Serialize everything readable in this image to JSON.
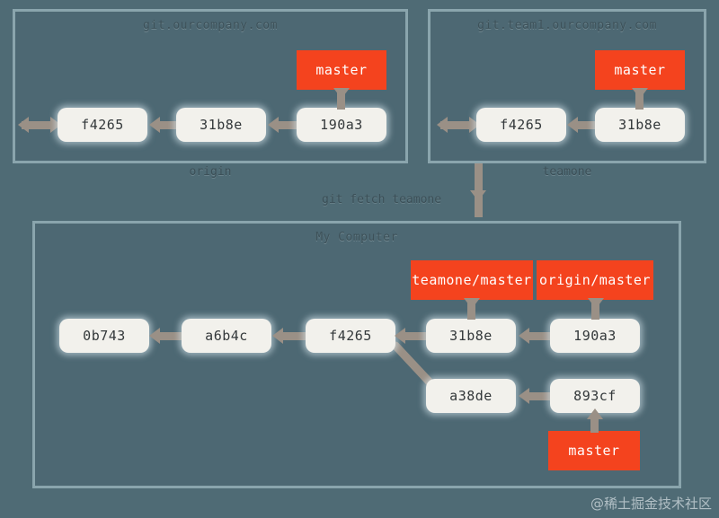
{
  "diagram": {
    "title": "git fetch from multiple remotes",
    "background_color": "#4f6b75",
    "panel_border_color": "#8aa5ad",
    "commit_color": "#f2f1ec",
    "ref_color": "#f4431e",
    "arrow_color": "#9a9086"
  },
  "panels": [
    {
      "id": "origin-repo",
      "title": "git.ourcompany.com",
      "caption": "origin",
      "commits": [
        "f4265",
        "31b8e",
        "190a3"
      ],
      "refs": [
        "master"
      ]
    },
    {
      "id": "teamone-repo",
      "title": "git.team1.ourcompany.com",
      "caption": "teamone",
      "commits": [
        "f4265",
        "31b8e"
      ],
      "refs": [
        "master"
      ]
    },
    {
      "id": "my-computer",
      "title": "My Computer",
      "caption": "",
      "commits": [
        "0b743",
        "a6b4c",
        "f4265",
        "31b8e",
        "190a3",
        "a38de",
        "893cf"
      ],
      "refs": [
        "teamone/master",
        "origin/master",
        "master"
      ]
    }
  ],
  "commands": {
    "fetch_teamone": "git fetch teamone"
  },
  "labels": {
    "origin_title": "git.ourcompany.com",
    "origin_caption": "origin",
    "teamone_title": "git.team1.ourcompany.com",
    "teamone_caption": "teamone",
    "local_title": "My Computer",
    "master": "master",
    "teamone_master": "teamone/master",
    "origin_master": "origin/master"
  },
  "commits": {
    "origin": {
      "c1": "f4265",
      "c2": "31b8e",
      "c3": "190a3"
    },
    "teamone": {
      "c1": "f4265",
      "c2": "31b8e"
    },
    "local": {
      "c1": "0b743",
      "c2": "a6b4c",
      "c3": "f4265",
      "c4": "31b8e",
      "c5": "190a3",
      "c6": "a38de",
      "c7": "893cf"
    }
  },
  "watermark": "@稀土掘金技术社区"
}
